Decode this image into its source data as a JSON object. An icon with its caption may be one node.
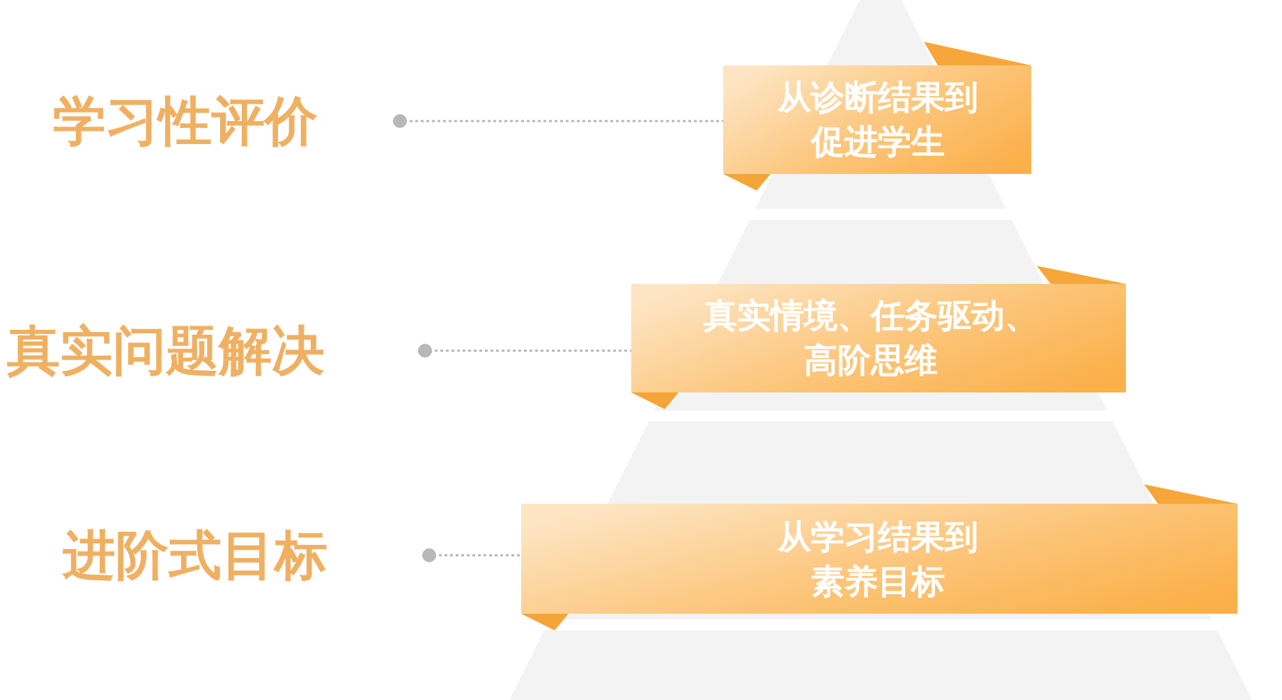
{
  "diagram": {
    "nodes": [
      {
        "text": [
          "学习性评价"
        ]
      },
      {
        "text": [
          "从诊断结果到促进学生"
        ]
      },
      {
        "text": [
          "真实问题解决"
        ]
      },
      {
        "text": [
          "真实情境、任务驱动、高阶思维"
        ]
      },
      {
        "text": [
          "进阶式目标"
        ]
      },
      {
        "text": [
          "从学习结果到素养目标"
        ]
      }
    ],
    "edges": [
      {
        "from": 0,
        "to": 1,
        "arrow": "other"
      },
      {
        "from": 2,
        "to": 3,
        "arrow": "other"
      },
      {
        "from": 4,
        "to": 5,
        "arrow": "other"
      }
    ]
  }
}
